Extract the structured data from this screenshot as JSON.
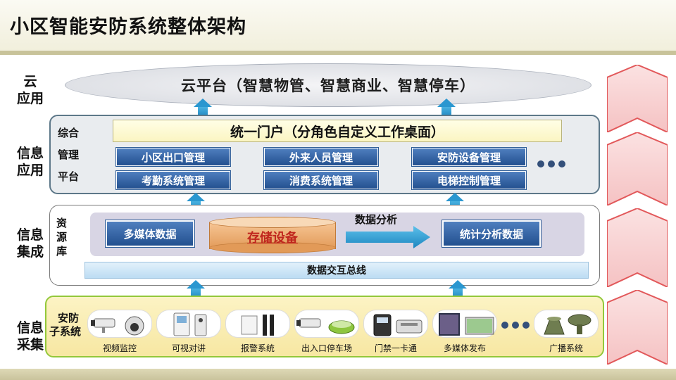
{
  "title": "小区智能安防系统整体架构",
  "cloud": {
    "label": "云平台（智慧物管、智慧商业、智慧停车）"
  },
  "management": {
    "side_label": [
      "综合",
      "管理",
      "平台"
    ],
    "portal": "统一门户（分角色自定义工作桌面）",
    "modules": [
      "小区出口管理",
      "外来人员管理",
      "安防设备管理",
      "考勤系统管理",
      "消费系统管理",
      "电梯控制管理"
    ]
  },
  "resource": {
    "side_label": [
      "资",
      "源",
      "库"
    ],
    "multimedia": "多媒体数据",
    "storage": "存储设备",
    "analysis_label": "数据分析",
    "stats": "统计分析数据",
    "bus": "数据交互总线"
  },
  "subsystem": {
    "side_label": [
      "安防",
      "子系统"
    ],
    "devices": [
      "视频监控",
      "可视对讲",
      "报警系统",
      "出入口停车场",
      "门禁一卡通",
      "多媒体发布",
      "广播系统"
    ]
  },
  "layers": [
    {
      "lines": [
        "云",
        "应用"
      ]
    },
    {
      "lines": [
        "信息",
        "应用"
      ]
    },
    {
      "lines": [
        "信息",
        "集成"
      ]
    },
    {
      "lines": [
        "信息",
        "采集"
      ]
    }
  ],
  "colors": {
    "box_blue": "#23508f",
    "arrow_blue": "#2a97d0",
    "chevron_red": "#e2585a",
    "panel_green": "#93c83a"
  }
}
